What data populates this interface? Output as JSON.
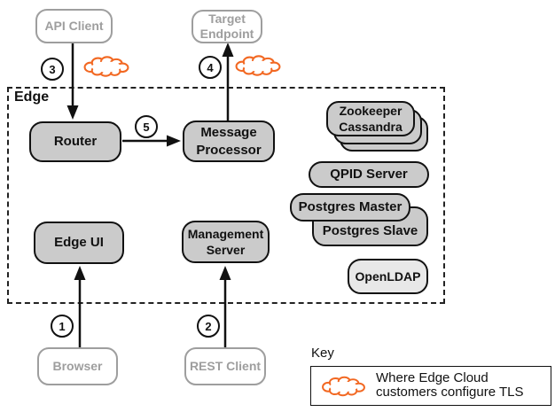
{
  "nodes": {
    "api_client": "API Client",
    "target_endpoint": "Target Endpoint",
    "browser": "Browser",
    "rest_client": "REST Client",
    "router": "Router",
    "message_processor": "Message Processor",
    "edge_ui": "Edge UI",
    "management_server": "Management Server",
    "zookeeper": "Zookeeper",
    "cassandra": "Cassandra",
    "qpid_server": "QPID Server",
    "postgres_master": "Postgres Master",
    "postgres_slave": "Postgres Slave",
    "openldap": "OpenLDAP"
  },
  "group": {
    "label": "Edge"
  },
  "steps": [
    "1",
    "2",
    "3",
    "4",
    "5"
  ],
  "key": {
    "title": "Key",
    "legend_text": "Where Edge Cloud customers configure TLS",
    "icon": "tls-cloud-icon"
  },
  "colors": {
    "tls_cloud": "#F26822",
    "node_fill": "#CBCBCB",
    "node_fill_light": "#E8E8E8",
    "outline": "#111111",
    "external_gray": "#9E9E9E"
  }
}
